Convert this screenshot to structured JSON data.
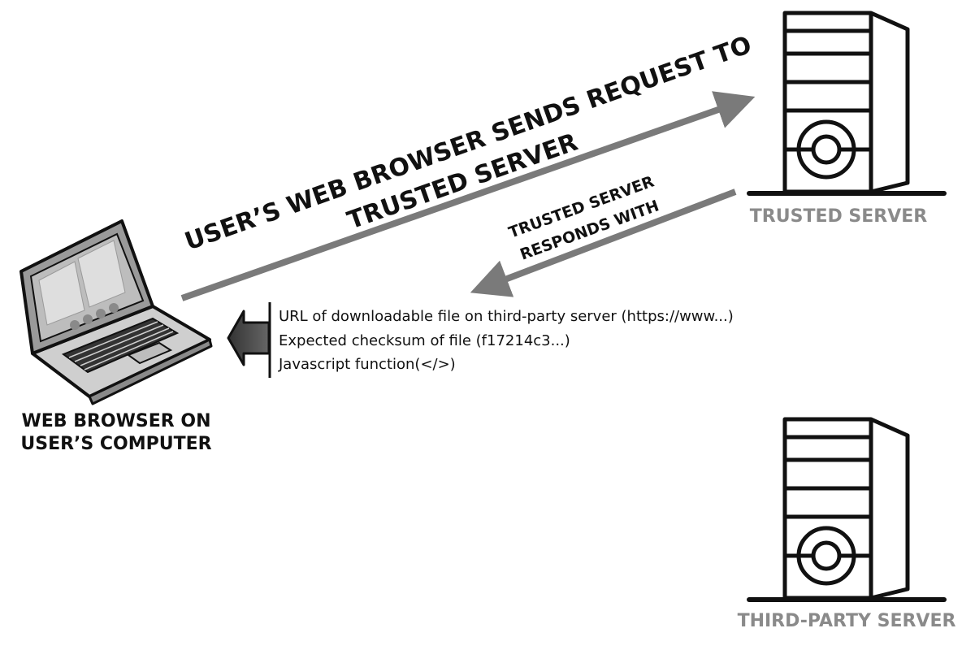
{
  "arrows": {
    "request_label_line1": "USER’S WEB BROWSER SENDS REQUEST TO",
    "request_label_line2": "TRUSTED SERVER",
    "response_label_line1": "TRUSTED SERVER",
    "response_label_line2": "RESPONDS WITH"
  },
  "response_items": [
    "URL of downloadable file on third-party server (https://www...)",
    "Expected checksum of file (f17214c3...)",
    "Javascript function(</>)"
  ],
  "nodes": {
    "browser_label_line1": "WEB BROWSER ON",
    "browser_label_line2": "USER’S COMPUTER",
    "trusted_server_label": "TRUSTED SERVER",
    "third_party_server_label": "THIRD-PARTY SERVER"
  },
  "colors": {
    "arrow_gray": "#7a7a7a",
    "server_label_gray": "#8a8a8a",
    "outline": "#111111"
  },
  "icons": [
    "laptop-icon",
    "server-icon",
    "block-arrow-left-icon"
  ]
}
